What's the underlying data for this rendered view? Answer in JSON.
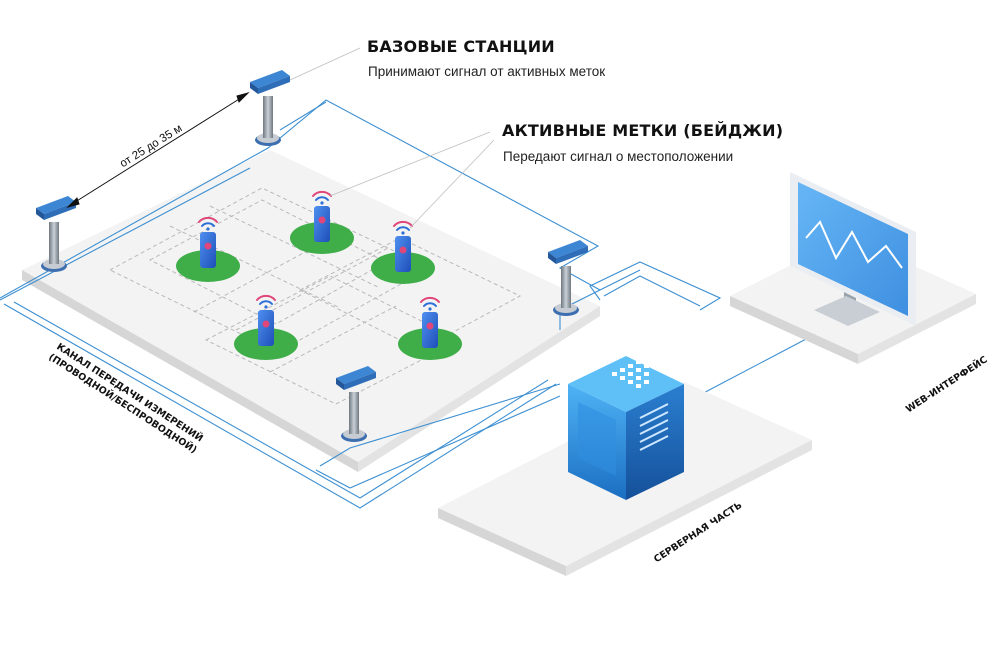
{
  "labels": {
    "base_stations_title": "БАЗОВЫЕ СТАНЦИИ",
    "base_stations_desc": "Принимают сигнал от активных меток",
    "active_tags_title": "АКТИВНЫЕ МЕТКИ (БЕЙДЖИ)",
    "active_tags_desc": "Передают сигнал о местоположении",
    "distance": "от 25 до 35 м",
    "channel_line1": "КАНАЛ ПЕРЕДАЧИ ИЗМЕРЕНИЙ",
    "channel_line2": "(ПРОВОДНОЙ/БЕСПРОВОДНОЙ)",
    "server": "СЕРВЕРНАЯ ЧАСТЬ",
    "web": "WEB-ИНТЕРФЕЙС"
  },
  "colors": {
    "floor": "#f2f2f2",
    "floor_side": "#d9d9d9",
    "cable": "#3d8fd1",
    "tag_zone": "#3fae49",
    "badge": "#2c6fd8",
    "screen": "#4da3ef"
  },
  "icons": [
    "base-station-icon",
    "badge-icon",
    "wifi-icon",
    "server-icon",
    "monitor-icon"
  ]
}
